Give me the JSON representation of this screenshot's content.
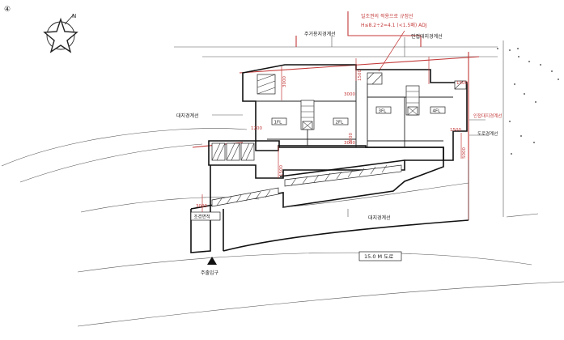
{
  "sheet_number": "④",
  "north_label": "N",
  "labels": {
    "top_note": "일조권의 적용으로 규정선",
    "top_formula": "H≤8.2÷2=4.1 (<1.5배) ADJ",
    "park_top": "주거용지경계선",
    "neighbor_line": "인접대지경계선",
    "site_boundary_left": "대지경계선",
    "right_boundary": "인접대지경계선",
    "right_road": "도로경계선",
    "bottom_boundary": "대지경계선",
    "road_width": "15.0 M 도로",
    "entrance": "주출입구",
    "landscape": "조경면적"
  },
  "units": [
    "1FL",
    "2FL",
    "3FL",
    "4FL"
  ],
  "dimensions": {
    "d_left_v": "3000",
    "d_mid_v": "1500",
    "d_center": "3000",
    "d_right_v": "1500",
    "d_left_h": "1200",
    "d_lower1": "3000",
    "d_lower2": "1500",
    "d_lower3": "3000",
    "d_lower4": "5000",
    "d_right": "1500",
    "d_left_bottom": "3000"
  }
}
